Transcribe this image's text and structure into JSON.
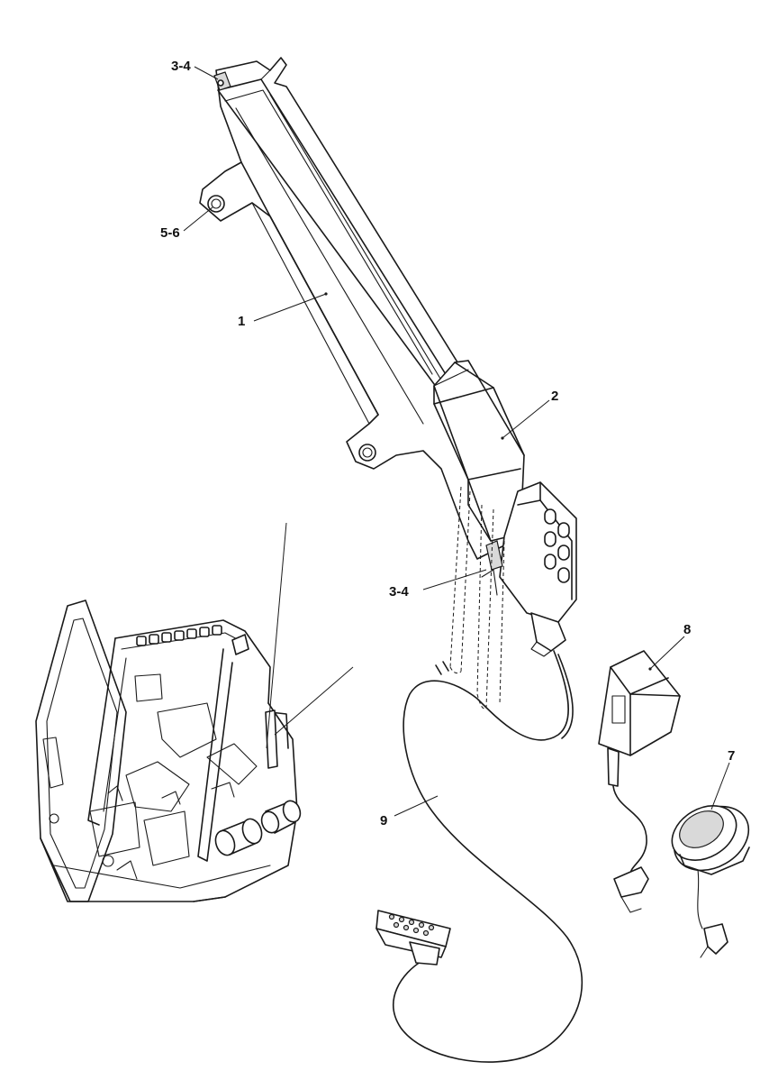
{
  "callouts": {
    "c_3_4_top": "3-4",
    "c_5_6": "5-6",
    "c_1": "1",
    "c_2": "2",
    "c_3_4_mid": "3-4",
    "c_8": "8",
    "c_7": "7",
    "c_9": "9"
  },
  "colors": {
    "line": "#1a1a1a",
    "background": "#ffffff"
  }
}
